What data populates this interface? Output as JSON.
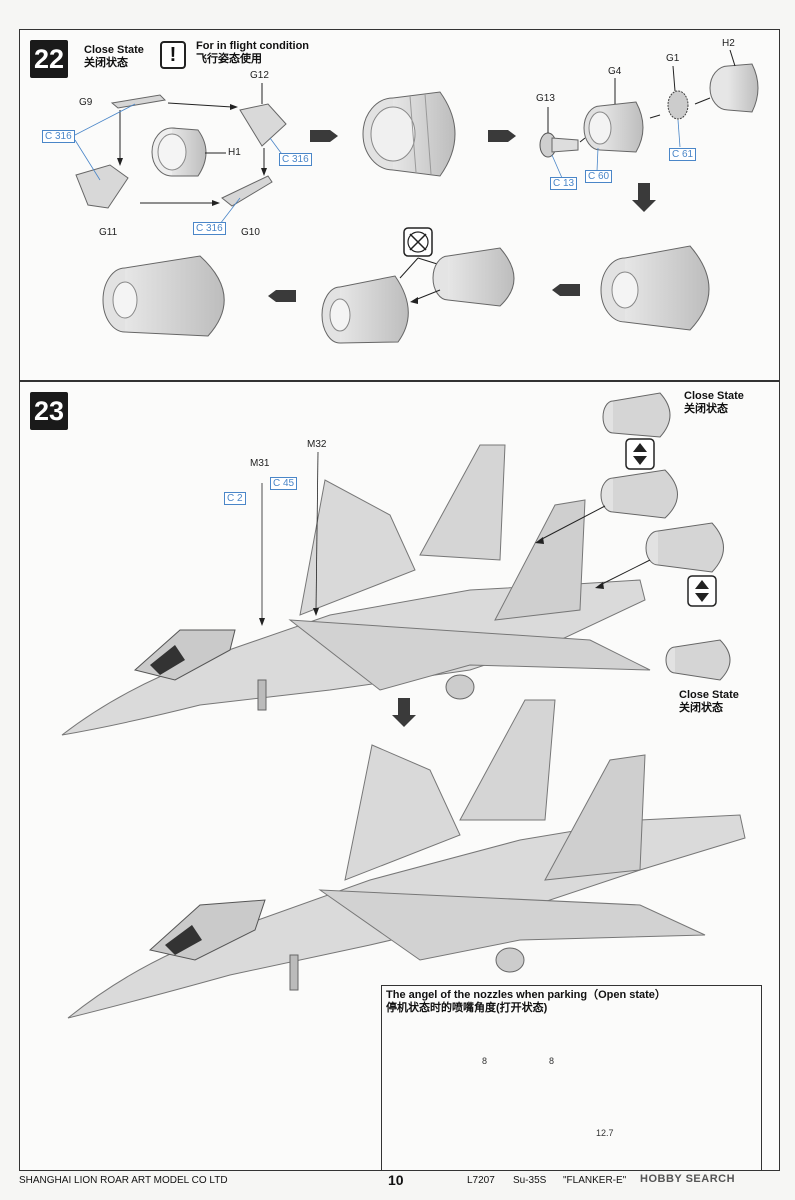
{
  "step22": {
    "number": "22",
    "close_state_en": "Close State",
    "close_state_zh": "关闭状态",
    "caution_icon": "exclamation-icon",
    "flight_en": "For in flight condition",
    "flight_zh": "飞行姿态使用",
    "parts": {
      "g9": "G9",
      "g12": "G12",
      "h1": "H1",
      "g11": "G11",
      "g10": "G10",
      "g13": "G13",
      "g4": "G4",
      "g1": "G1",
      "h2": "H2"
    },
    "colors": {
      "c316_a": "C 316",
      "c316_b": "C 316",
      "c316_c": "C 316",
      "c13": "C 13",
      "c60": "C 60",
      "c61": "C 61"
    },
    "no_glue_icon": "no-glue-icon"
  },
  "step23": {
    "number": "23",
    "close_state_top_en": "Close State",
    "close_state_top_zh": "关闭状态",
    "close_state_bottom_en": "Close State",
    "close_state_bottom_zh": "关闭状态",
    "parts": {
      "m31": "M31",
      "m32": "M32"
    },
    "colors": {
      "c2": "C 2",
      "c45": "C 45"
    },
    "swap_icon": "up-down-arrows-icon",
    "inset": {
      "title_en": "The angel of the nozzles when parking（Open state）",
      "title_zh": "停机状态时的喷嘴角度(打开状态)",
      "angle_left": "8",
      "angle_right": "8",
      "angle_side": "12.7"
    }
  },
  "footer": {
    "company": "SHANGHAI LION ROAR ART MODEL CO LTD",
    "page": "10",
    "code": "L7207",
    "model": "Su-35S",
    "name": "\"FLANKER-E\"",
    "watermark": "HOBBY SEARCH"
  },
  "colors": {
    "part_gray": "#d8d8d8",
    "outline": "#555555",
    "ref_blue": "#4a86c8",
    "arrow_dark": "#3a3a3a"
  }
}
